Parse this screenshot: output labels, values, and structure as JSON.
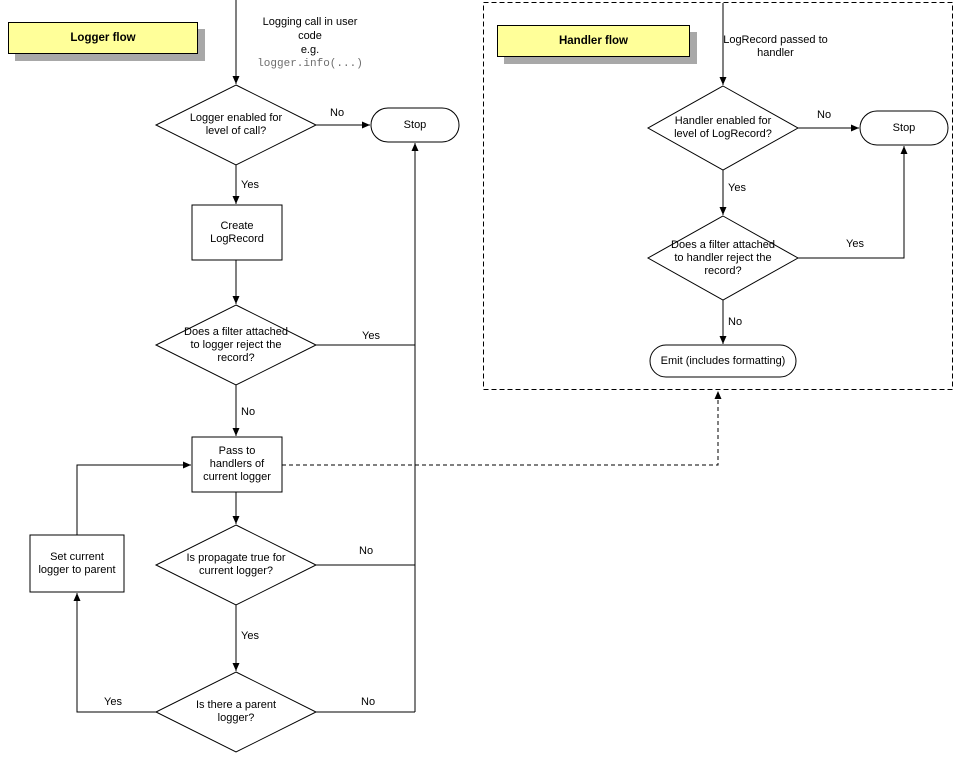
{
  "logger": {
    "banner": "Logger flow",
    "start": {
      "line1": "Logging call in user",
      "line2": "code",
      "line3": "e.g.",
      "code": "logger.info(...)"
    },
    "enabled": {
      "line1": "Logger enabled for",
      "line2": "level of call?"
    },
    "stop": "Stop",
    "create": {
      "line1": "Create",
      "line2": "LogRecord"
    },
    "filter": {
      "line1": "Does a filter attached",
      "line2": "to logger reject the",
      "line3": "record?"
    },
    "pass": {
      "line1": "Pass to",
      "line2": "handlers of",
      "line3": "current logger"
    },
    "propagate": {
      "line1": "Is propagate true for",
      "line2": "current logger?"
    },
    "parent": {
      "line1": "Is there a parent",
      "line2": "logger?"
    },
    "set_parent": {
      "line1": "Set current",
      "line2": "logger to parent"
    },
    "edges": {
      "enabled_no": "No",
      "enabled_yes": "Yes",
      "filter_yes": "Yes",
      "filter_no": "No",
      "propagate_no": "No",
      "propagate_yes": "Yes",
      "parent_no": "No",
      "parent_yes": "Yes"
    }
  },
  "handler": {
    "banner": "Handler flow",
    "start": {
      "line1": "LogRecord passed to",
      "line2": "handler"
    },
    "enabled": {
      "line1": "Handler enabled for",
      "line2": "level of LogRecord?"
    },
    "stop": "Stop",
    "filter": {
      "line1": "Does a filter attached",
      "line2": "to handler reject the",
      "line3": "record?"
    },
    "emit": "Emit (includes formatting)",
    "edges": {
      "enabled_no": "No",
      "enabled_yes": "Yes",
      "filter_yes": "Yes",
      "filter_no": "No"
    }
  },
  "colors": {
    "banner_bg": "#ffff99",
    "banner_shadow": "#a8a8a8",
    "line": "#000000"
  }
}
